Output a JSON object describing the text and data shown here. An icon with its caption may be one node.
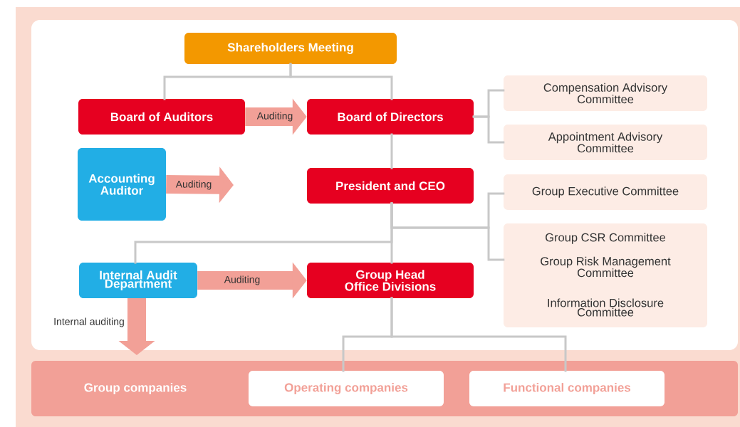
{
  "diagram": {
    "nodes": [
      {
        "text": [
          "Shareholders Meeting"
        ]
      },
      {
        "text": [
          "Board of Auditors"
        ]
      },
      {
        "text": [
          "Board of Directors"
        ]
      },
      {
        "text": [
          "Compensation Advisory Committee"
        ]
      },
      {
        "text": [
          "Appointment Advisory Committee"
        ]
      },
      {
        "text": [
          "Accounting Auditor"
        ]
      },
      {
        "text": [
          "President and CEO"
        ]
      },
      {
        "text": [
          "Group Executive Committee"
        ]
      },
      {
        "text": [
          "Group CSR Committee",
          "Group Risk Management Committee",
          "Information Disclosure Committee"
        ]
      },
      {
        "text": [
          "Internal Audit Department"
        ]
      },
      {
        "text": [
          "Group Head Office Divisions"
        ]
      },
      {
        "text": [
          "Group companies"
        ]
      },
      {
        "text": [
          "Operating companies"
        ],
        "in": 11
      },
      {
        "text": [
          "Functional companies"
        ],
        "in": 11
      }
    ],
    "edges": [
      {
        "from": 0,
        "to": 1,
        "arrow": "none"
      },
      {
        "from": 0,
        "to": 2,
        "arrow": "none"
      },
      {
        "from": 1,
        "to": 2,
        "arrow": "to",
        "label": "Auditing",
        "style": "thick",
        "color": "#f2a097"
      },
      {
        "from": 2,
        "to": 3,
        "arrow": "none"
      },
      {
        "from": 2,
        "to": 4,
        "arrow": "none"
      },
      {
        "from": 5,
        "to": null,
        "arrow": "to",
        "label": "Auditing",
        "style": "thick",
        "color": "#f2a097"
      },
      {
        "from": 2,
        "to": 6,
        "arrow": "none"
      },
      {
        "from": 6,
        "to": 7,
        "arrow": "none"
      },
      {
        "from": 6,
        "to": 8,
        "arrow": "none"
      },
      {
        "from": 6,
        "to": 9,
        "arrow": "none"
      },
      {
        "from": 6,
        "to": 10,
        "arrow": "none"
      },
      {
        "from": 9,
        "to": 10,
        "arrow": "to",
        "label": "Auditing",
        "style": "thick",
        "color": "#f2a097"
      },
      {
        "from": 9,
        "to": 11,
        "arrow": "to",
        "label": "Internal auditing",
        "style": "thick",
        "color": "#f2a097"
      },
      {
        "from": 10,
        "to": 12,
        "arrow": "none"
      },
      {
        "from": 10,
        "to": 13,
        "arrow": "none"
      }
    ]
  }
}
